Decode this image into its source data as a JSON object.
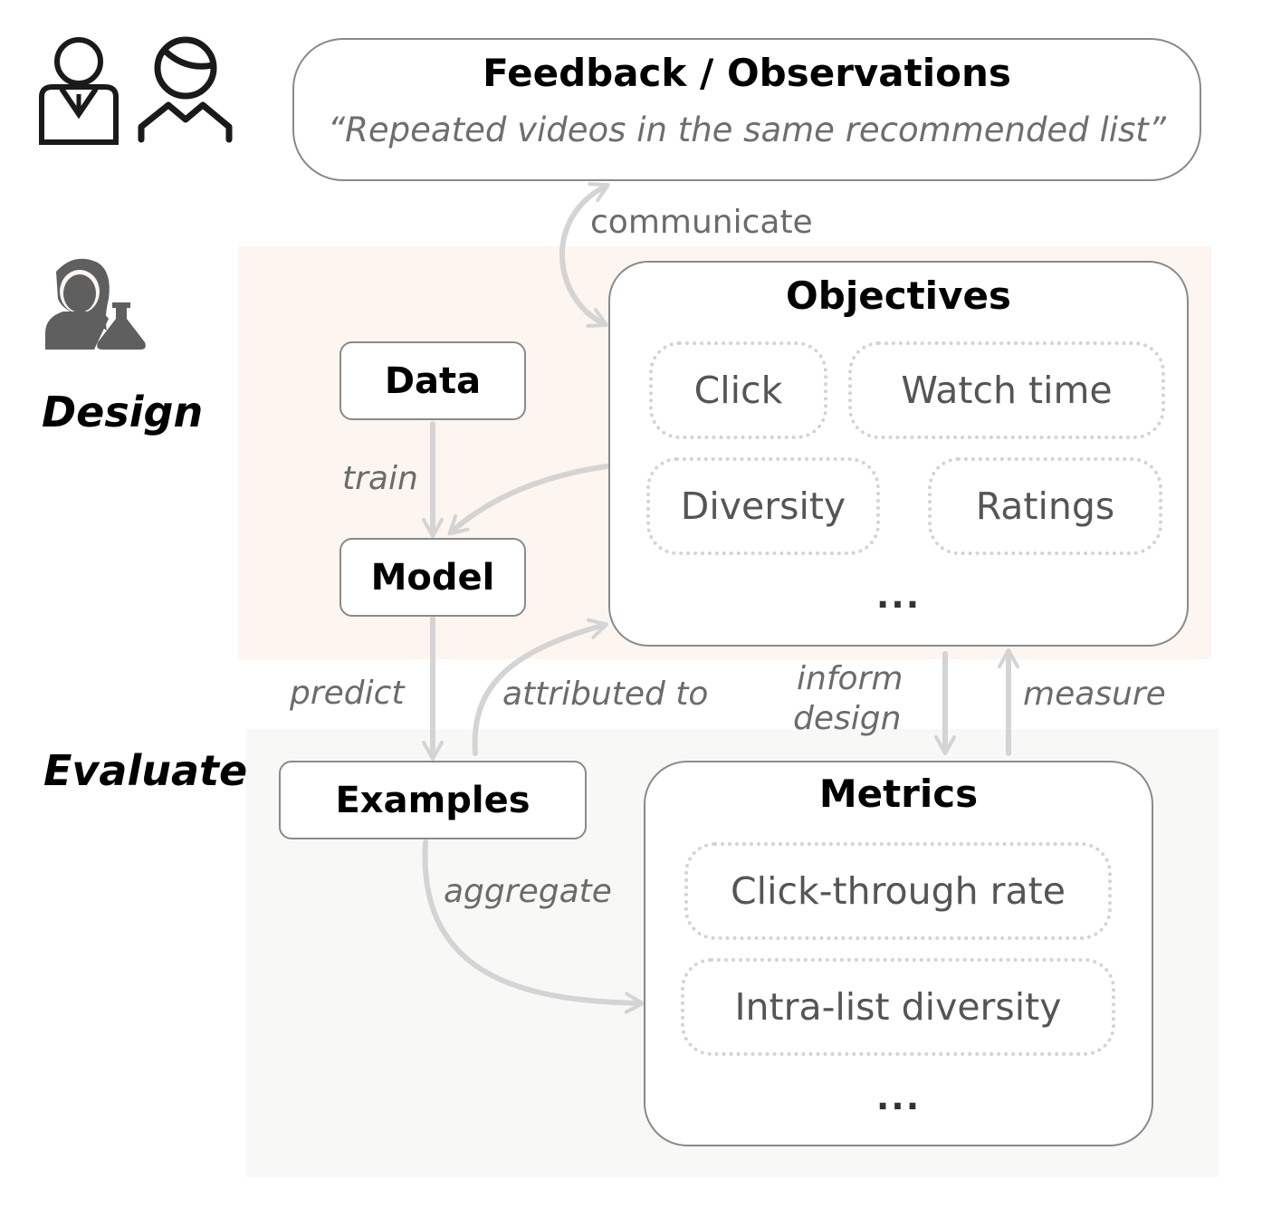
{
  "feedback": {
    "title": "Feedback / Observations",
    "quote": "“Repeated videos in the same recommended list”"
  },
  "stages": {
    "design": "Design",
    "evaluate": "Evaluate"
  },
  "nodes": {
    "data": "Data",
    "model": "Model",
    "examples": "Examples"
  },
  "objectives": {
    "title": "Objectives",
    "items": [
      "Click",
      "Watch time",
      "Diversity",
      "Ratings"
    ],
    "more": "..."
  },
  "metrics": {
    "title": "Metrics",
    "items": [
      "Click-through rate",
      "Intra-list diversity"
    ],
    "more": "..."
  },
  "edges": {
    "communicate": "communicate",
    "train": "train",
    "predict": "predict",
    "attributed_to": "attributed to",
    "inform_design_line1": "inform",
    "inform_design_line2": "design",
    "measure": "measure",
    "aggregate": "aggregate"
  },
  "icons": [
    "businessman-icon",
    "user-icon",
    "scientist-icon"
  ],
  "colors": {
    "design_region": "#fdf5ef",
    "evaluate_region": "#f8f9f6",
    "arrow": "#d4d4d4",
    "box_border": "#8a8a8a"
  }
}
